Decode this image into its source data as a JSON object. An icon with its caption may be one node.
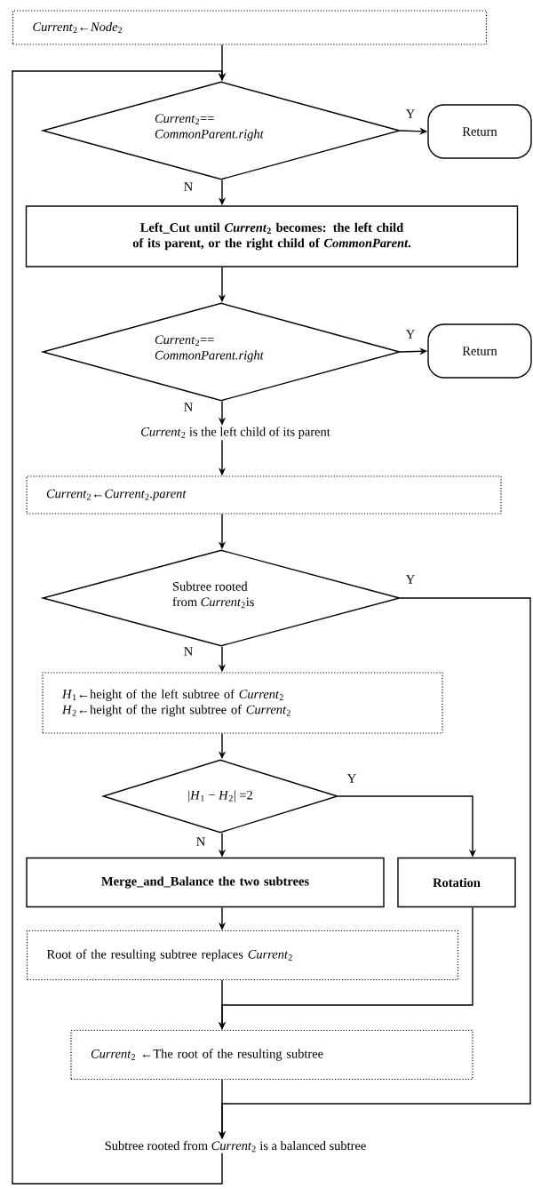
{
  "diagram": {
    "nodes": [
      {
        "text": [
          "*Current*$_{2}$←*Node*$_{2}$"
        ]
      },
      {
        "text": [
          "*Current*$_{2}$== *CommonParent.right*"
        ]
      },
      {
        "text": [
          "Return"
        ]
      },
      {
        "text": [
          "Left_Cut until *Current*$_{2}$ becomes: the left child of its parent, or the right child of *CommonParent*."
        ]
      },
      {
        "text": [
          "*Current*$_{2}$== *CommonParent.right*"
        ]
      },
      {
        "text": [
          "Return"
        ]
      },
      {
        "text": [
          "*Current*$_{2}$ is the left child of its parent"
        ]
      },
      {
        "text": [
          "*Current*$_{2}$←*Current*$_{2}$*.parent*"
        ]
      },
      {
        "text": [
          "Subtree rooted from *Current*$_{2}$is"
        ]
      },
      {
        "text": [
          "*H*$_{1}$←height of the left subtree of *Current*$_{2}$",
          "*H*$_{2}$←height of the right subtree of *Current*$_{2}$"
        ]
      },
      {
        "text": [
          "|*H*$_{1}$ − *H*$_{2}$| =2"
        ]
      },
      {
        "text": [
          "Merge_and_Balance the two subtrees"
        ]
      },
      {
        "text": [
          "Rotation"
        ]
      },
      {
        "text": [
          "Root of the resulting subtree replaces *Current*$_{2}$"
        ]
      },
      {
        "text": [
          "*Current*$_{2}$ ←The root of the resulting subtree"
        ]
      },
      {
        "text": [
          "Subtree rooted from *Current*$_{2}$ is a balanced subtree"
        ]
      }
    ],
    "edges": [
      {
        "from": 0,
        "to": 1,
        "arrow": "to"
      },
      {
        "from": 1,
        "to": 2,
        "arrow": "to",
        "label": "Y"
      },
      {
        "from": 1,
        "to": 3,
        "arrow": "to",
        "label": "N"
      },
      {
        "from": 3,
        "to": 4,
        "arrow": "to"
      },
      {
        "from": 4,
        "to": 5,
        "arrow": "to",
        "label": "Y"
      },
      {
        "from": 4,
        "to": 6,
        "arrow": "to",
        "label": "N"
      },
      {
        "from": 6,
        "to": 7,
        "arrow": "to"
      },
      {
        "from": 7,
        "to": 8,
        "arrow": "to"
      },
      {
        "from": 8,
        "to": 15,
        "arrow": "to",
        "label": "Y"
      },
      {
        "from": 8,
        "to": 9,
        "arrow": "to",
        "label": "N"
      },
      {
        "from": 9,
        "to": 10,
        "arrow": "to"
      },
      {
        "from": 10,
        "to": 12,
        "arrow": "to",
        "label": "Y"
      },
      {
        "from": 10,
        "to": 11,
        "arrow": "to",
        "label": "N"
      },
      {
        "from": 11,
        "to": 13,
        "arrow": "to"
      },
      {
        "from": 12,
        "to": 14,
        "arrow": "to"
      },
      {
        "from": 13,
        "to": 14,
        "arrow": "to"
      },
      {
        "from": 14,
        "to": 15,
        "arrow": "to"
      },
      {
        "from": 15,
        "to": 1,
        "arrow": "to"
      }
    ]
  }
}
